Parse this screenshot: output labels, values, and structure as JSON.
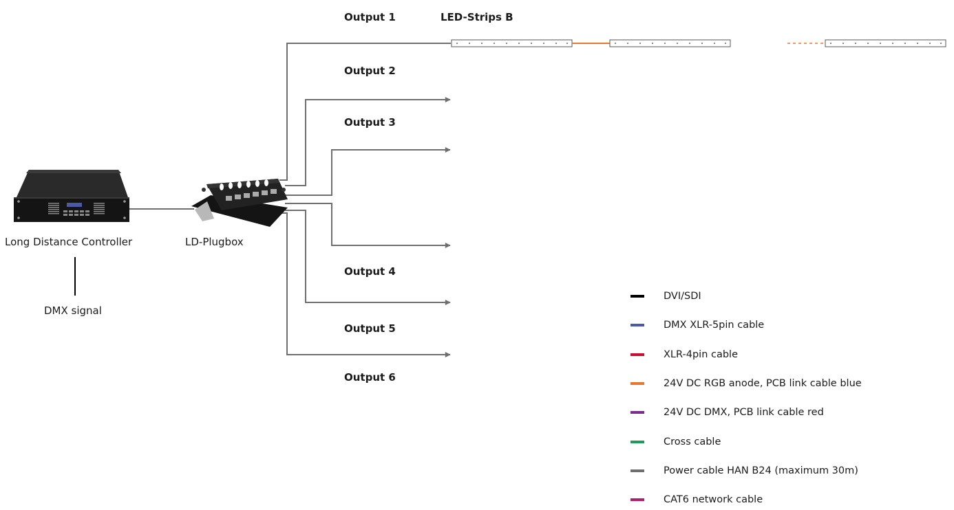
{
  "devices": {
    "controller_label": "Long Distance Controller",
    "dmx_label": "DMX signal",
    "plugbox_label": "LD-Plugbox"
  },
  "outputs": [
    "Output 1",
    "Output 2",
    "Output 3",
    "Output 4",
    "Output 5",
    "Output 6"
  ],
  "strips": {
    "label": "LED-Strips B"
  },
  "legend": [
    {
      "label": "DVI/SDI",
      "color": "#000000"
    },
    {
      "label": "DMX XLR-5pin cable",
      "color": "#4a5aa8"
    },
    {
      "label": "XLR-4pin cable",
      "color": "#c8102e"
    },
    {
      "label": "24V DC RGB anode, PCB link cable blue",
      "color": "#e8772e"
    },
    {
      "label": "24V DC DMX, PCB link cable red",
      "color": "#7b2d8e"
    },
    {
      "label": "Cross cable",
      "color": "#1f9a5a"
    },
    {
      "label": "Power cable HAN B24 (maximum 30m)",
      "color": "#6e6e6e"
    },
    {
      "label": "CAT6 network cable",
      "color": "#b01e6e"
    }
  ],
  "colors": {
    "cable": "#6e6e6e",
    "link": "#e8772e",
    "device": "#1b1b1b"
  }
}
